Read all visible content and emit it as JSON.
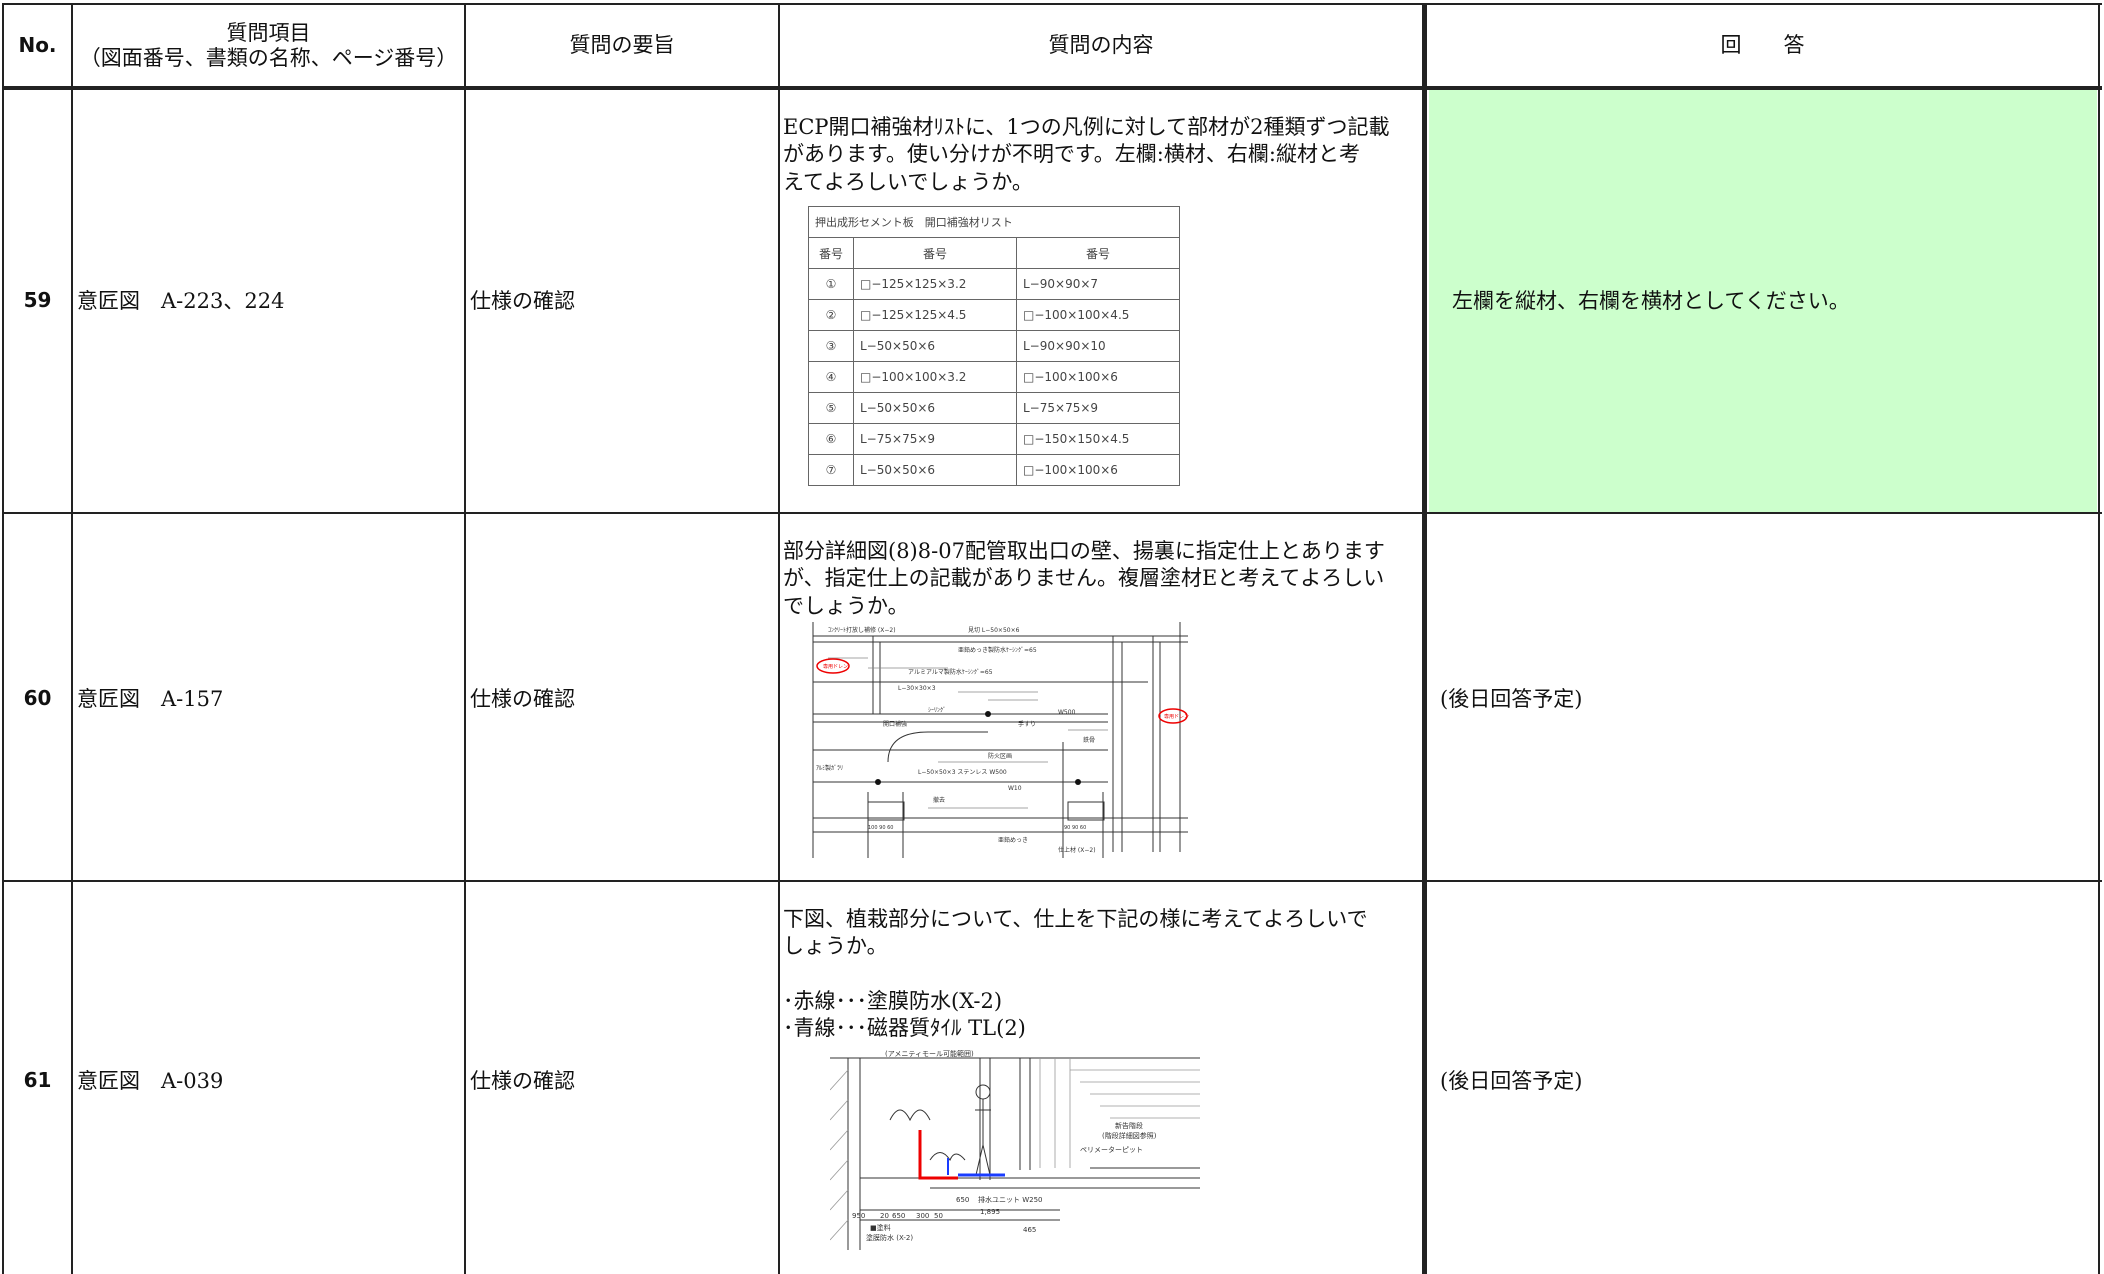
{
  "headers": {
    "no": "No.",
    "item_line1": "質問項目",
    "item_line2": "（図面番号、書類の名称、ページ番号）",
    "summary": "質問の要旨",
    "content": "質問の内容",
    "answer": "回　　答"
  },
  "rows": [
    {
      "no": "59",
      "item": "意匠図　A-223、224",
      "summary": "仕様の確認",
      "content_lines": [
        "ECP開口補強材ﾘｽﾄに、1つの凡例に対して部材が2種類ずつ記載",
        "があります。使い分けが不明です。左欄:横材、右欄:縦材と考",
        "えてよろしいでしょうか。"
      ],
      "answer": "左欄を縦材、右欄を横材としてください。",
      "answer_bg": "#ccffcc"
    },
    {
      "no": "60",
      "item": "意匠図　A-157",
      "summary": "仕様の確認",
      "content_lines": [
        "部分詳細図(8)8-07配管取出口の壁、揚裏に指定仕上とあります",
        "が、指定仕上の記載がありません。複層塗材Eと考えてよろしい",
        "でしょうか。"
      ],
      "answer": "(後日回答予定)"
    },
    {
      "no": "61",
      "item": "意匠図　A-039",
      "summary": "仕様の確認",
      "content_lines": [
        "下図、植栽部分について、仕上を下記の様に考えてよろしいで",
        "しょうか。",
        "",
        "･赤線･･･塗膜防水(X-2)",
        "･青線･･･磁器質ﾀｲﾙ TL(2)"
      ],
      "answer": "(後日回答予定)"
    }
  ],
  "ref_table": {
    "title": "押出成形セメント板　開口補強材リスト",
    "col1": "番号",
    "col2": "番号",
    "col3": "番号",
    "rows": [
      [
        "①",
        "□−125×125×3.2",
        "L−90×90×7"
      ],
      [
        "②",
        "□−125×125×4.5",
        "□−100×100×4.5"
      ],
      [
        "③",
        "L−50×50×6",
        "L−90×90×10"
      ],
      [
        "④",
        "□−100×100×3.2",
        "□−100×100×6"
      ],
      [
        "⑤",
        "L−50×50×6",
        "L−75×75×9"
      ],
      [
        "⑥",
        "L−75×75×9",
        "□−150×150×4.5"
      ],
      [
        "⑦",
        "L−50×50×6",
        "□−100×100×6"
      ]
    ]
  },
  "drawing60": {
    "red_left": "専用ドレン",
    "red_right": "専用ドレン"
  },
  "drawing61": {
    "top_label": "(アメニティモール可能範囲)",
    "label_stair": "新告階段",
    "label_stair2": "(階段詳細図参照)",
    "label_perimeter": "ペリメーターピット",
    "label_drain": "排水ユニット W250",
    "dim1": "950",
    "dim2": "20",
    "dim3": "650",
    "dim4": "300",
    "dim5": "50",
    "dim6": "650",
    "dim7": "1,895",
    "dim8": "465",
    "label_bottom1": "■塗料",
    "label_bottom2": "塗膜防水 (X-2)"
  }
}
